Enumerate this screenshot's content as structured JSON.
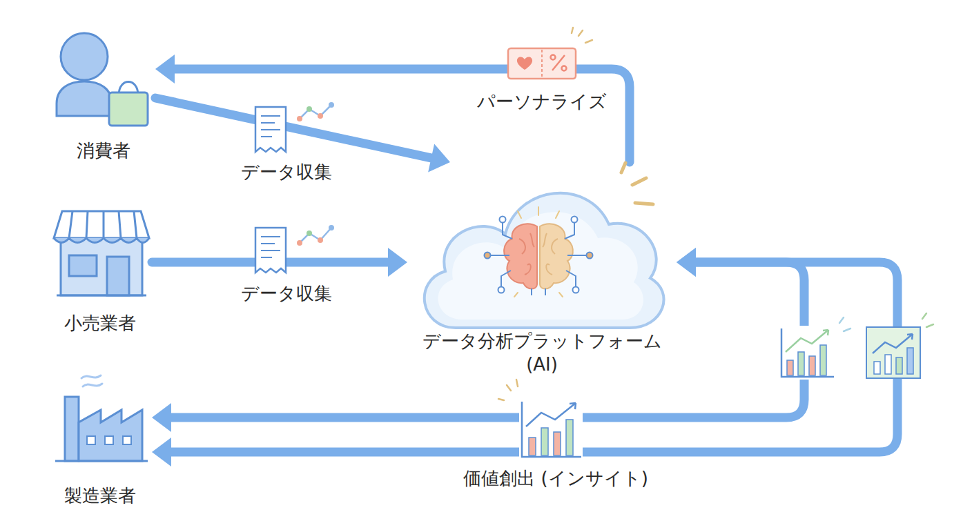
{
  "diagram": {
    "nodes": [
      {
        "text": [
          "消費者"
        ]
      },
      {
        "text": [
          "小売業者"
        ]
      },
      {
        "text": [
          "データ分析プラットフォーム (AI)"
        ]
      },
      {
        "text": [
          "製造業者"
        ]
      }
    ],
    "edges": [
      {
        "from": 0,
        "to": 2,
        "label": "データ収集",
        "arrow": "to"
      },
      {
        "from": 1,
        "to": 2,
        "label": "データ収集",
        "arrow": "to"
      },
      {
        "from": 2,
        "to": 0,
        "label": "パーソナライズ",
        "arrow": "to"
      },
      {
        "from": 2,
        "to": 3,
        "arrow": "both"
      },
      {
        "from": 2,
        "to": 3,
        "label": "価値創出 (インサイト)",
        "arrow": "both"
      }
    ]
  }
}
